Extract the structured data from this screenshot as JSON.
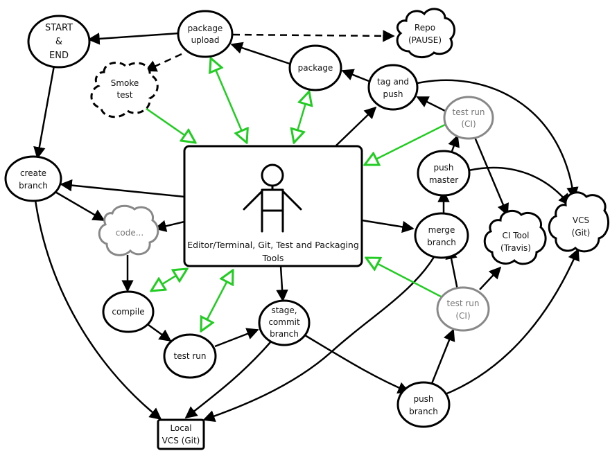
{
  "nodes": {
    "start_end": [
      "START",
      "&",
      "END"
    ],
    "package_upload": [
      "package",
      "upload"
    ],
    "repo": [
      "Repo",
      "(PAUSE)"
    ],
    "smoke_test": [
      "Smoke",
      "test"
    ],
    "package": [
      "package"
    ],
    "tag_and_push": [
      "tag and",
      "push"
    ],
    "test_run_ci_top": [
      "test run",
      "(CI)"
    ],
    "create_branch": [
      "create",
      "branch"
    ],
    "center": [
      "Editor/Terminal, Git, Test and Packaging",
      "Tools"
    ],
    "push_master": [
      "push",
      "master"
    ],
    "vcs_git": [
      "VCS",
      "(Git)"
    ],
    "code": [
      "code..."
    ],
    "merge_branch": [
      "merge",
      "branch"
    ],
    "ci_tool": [
      "CI Tool",
      "(Travis)"
    ],
    "compile": [
      "compile"
    ],
    "test_run_ci_bottom": [
      "test run",
      "(CI)"
    ],
    "stage_commit": [
      "stage,",
      "commit",
      "branch"
    ],
    "test_run": [
      "test run"
    ],
    "push_branch": [
      "push",
      "branch"
    ],
    "local_vcs": [
      "Local",
      "VCS (Git)"
    ]
  },
  "colors": {
    "stroke": "#000000",
    "ci_grey": "#888888",
    "tool_link_green": "#22cc22",
    "background": "#ffffff"
  },
  "icons": {
    "person": "stick-figure-icon"
  }
}
